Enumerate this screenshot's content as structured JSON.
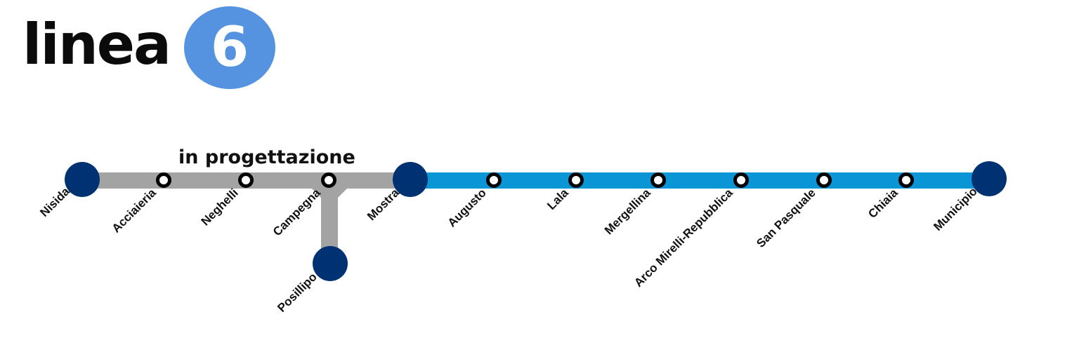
{
  "header": {
    "line_word": "linea",
    "line_number": "6",
    "badge_color": "#5592e0"
  },
  "map": {
    "planned_label": "in progettazione",
    "colors": {
      "planned_line": "#a3a3a3",
      "active_line": "#0a96d6",
      "terminal": "#003273",
      "stop_ring": "#000000",
      "stop_fill": "#ffffff"
    },
    "branches": {
      "planned_main": [
        "Nisida",
        "Acciaieria",
        "Neghelli",
        "Campegna",
        "Mostra"
      ],
      "planned_spur": [
        "Campegna",
        "Posillipo"
      ],
      "active": [
        "Mostra",
        "Augusto",
        "Lala",
        "Mergellina",
        "Arco Mirelli-Repubblica",
        "San Pasquale",
        "Chiaia",
        "Municipio"
      ]
    },
    "stations": [
      {
        "name": "Nisida",
        "type": "terminal",
        "status": "planned"
      },
      {
        "name": "Acciaieria",
        "type": "stop",
        "status": "planned"
      },
      {
        "name": "Neghelli",
        "type": "stop",
        "status": "planned"
      },
      {
        "name": "Campegna",
        "type": "stop",
        "status": "planned"
      },
      {
        "name": "Posillipo",
        "type": "terminal",
        "status": "planned"
      },
      {
        "name": "Mostra",
        "type": "terminal",
        "status": "interchange"
      },
      {
        "name": "Augusto",
        "type": "stop",
        "status": "active"
      },
      {
        "name": "Lala",
        "type": "stop",
        "status": "active"
      },
      {
        "name": "Mergellina",
        "type": "stop",
        "status": "active"
      },
      {
        "name": "Arco Mirelli-Repubblica",
        "type": "stop",
        "status": "active"
      },
      {
        "name": "San Pasquale",
        "type": "stop",
        "status": "active"
      },
      {
        "name": "Chiaia",
        "type": "stop",
        "status": "active"
      },
      {
        "name": "Municipio",
        "type": "terminal",
        "status": "active"
      }
    ]
  }
}
